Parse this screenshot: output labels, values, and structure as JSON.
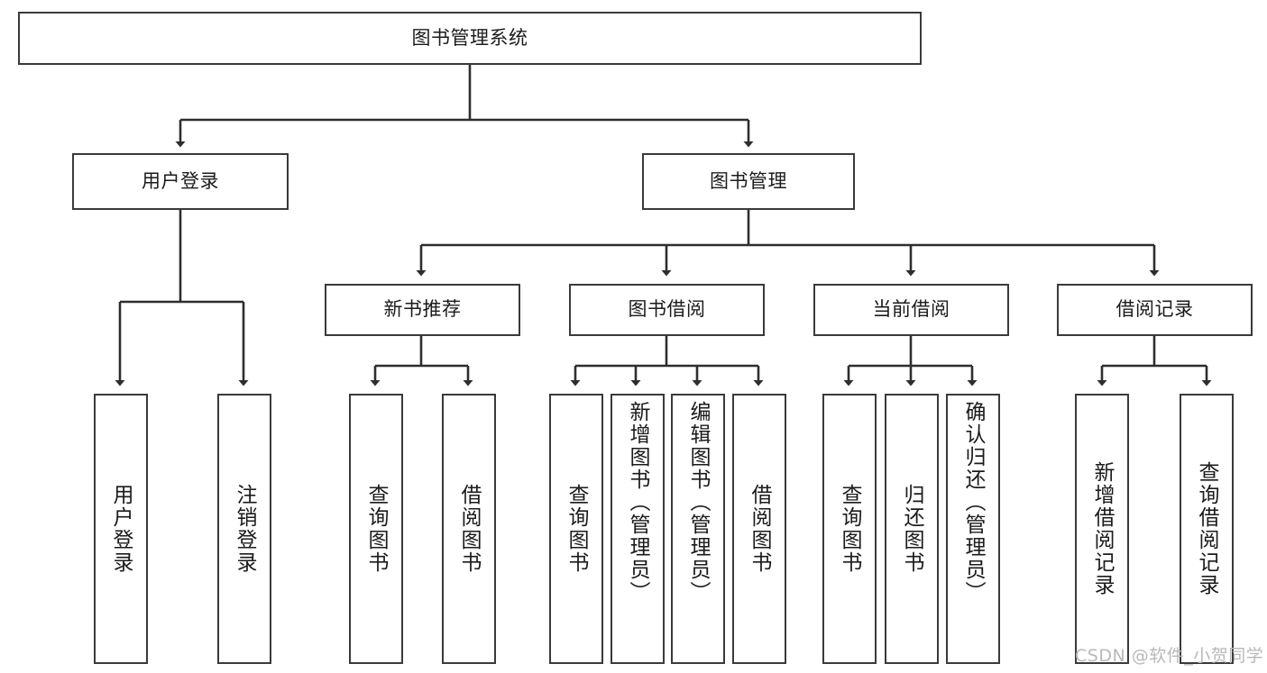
{
  "diagram": {
    "type": "hierarchy-tree",
    "title": "图书管理系统",
    "root": {
      "label": "图书管理系统"
    },
    "level2": [
      {
        "label": "用户登录"
      },
      {
        "label": "图书管理"
      }
    ],
    "level3": [
      {
        "label": "新书推荐"
      },
      {
        "label": "图书借阅"
      },
      {
        "label": "当前借阅"
      },
      {
        "label": "借阅记录"
      }
    ],
    "leaves": {
      "user_login": [
        {
          "label": "用户登录"
        },
        {
          "label": "注销登录"
        }
      ],
      "new_book_recommend": [
        {
          "label": "查询图书"
        },
        {
          "label": "借阅图书"
        }
      ],
      "book_borrow": [
        {
          "label": "查询图书"
        },
        {
          "label": "新增图书（管理员）"
        },
        {
          "label": "编辑图书（管理员）"
        },
        {
          "label": "借阅图书"
        }
      ],
      "current_borrow": [
        {
          "label": "查询图书"
        },
        {
          "label": "归还图书"
        },
        {
          "label": "确认归还（管理员）"
        }
      ],
      "borrow_record": [
        {
          "label": "新增借阅记录"
        },
        {
          "label": "查询借阅记录"
        }
      ]
    }
  },
  "watermark": {
    "text": "CSDN @软件_小贺同学"
  },
  "colors": {
    "border": "#3a3a3a",
    "text": "#1b1b1b",
    "background": "#ffffff",
    "watermark": "#b9b9b9"
  }
}
